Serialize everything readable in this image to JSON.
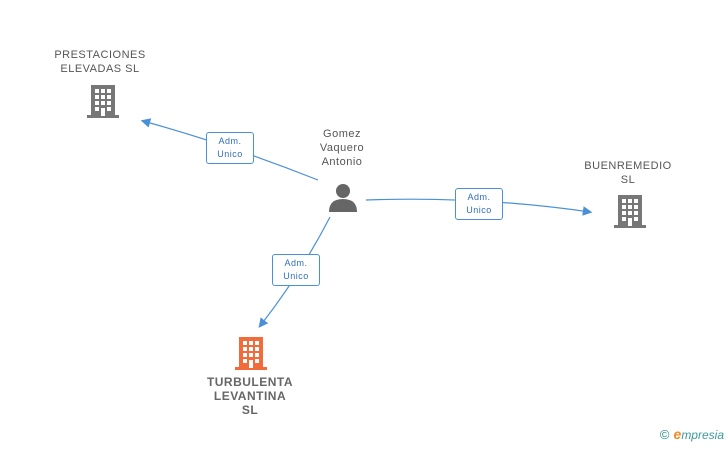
{
  "nodes": {
    "prestaciones": {
      "name": "PRESTACIONES\nELEVADAS  SL",
      "type": "company",
      "color": "#777777"
    },
    "person": {
      "name": "Gomez\nVaquero\nAntonio",
      "type": "person",
      "color": "#666666"
    },
    "buenremedio": {
      "name": "BUENREMEDIO\nSL",
      "type": "company",
      "color": "#777777"
    },
    "turbulenta": {
      "name": "TURBULENTA\nLEVANTINA\nSL",
      "type": "company",
      "highlighted": true,
      "color": "#f26b3a"
    }
  },
  "edges": [
    {
      "from": "person",
      "to": "prestaciones",
      "label": "Adm.\nUnico"
    },
    {
      "from": "person",
      "to": "buenremedio",
      "label": "Adm.\nUnico"
    },
    {
      "from": "person",
      "to": "turbulenta",
      "label": "Adm.\nUnico"
    }
  ],
  "footer": {
    "copyright": "©",
    "brand_e": "e",
    "brand_rest": "mpresia"
  },
  "colors": {
    "edge": "#4a90d9",
    "edge_label_text": "#2f6fb7"
  }
}
